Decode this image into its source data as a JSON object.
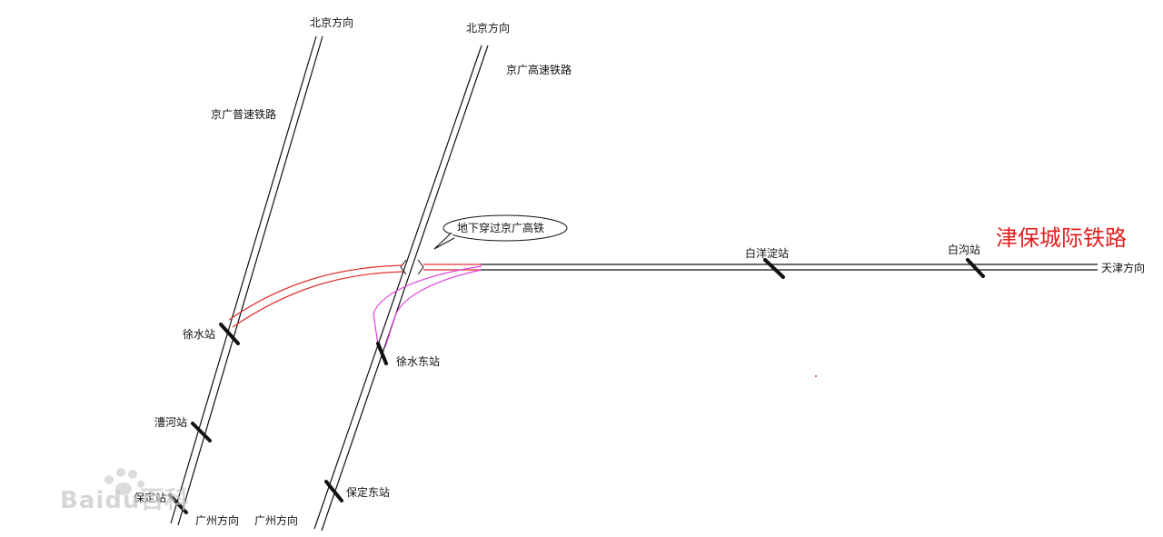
{
  "title": {
    "text": "津保城际铁路",
    "color": "#e02020"
  },
  "colors": {
    "track": "#111111",
    "new_line": "#e03030",
    "connector": "#e040e0",
    "station_mark": "#111111"
  },
  "lines": {
    "conventional": "京广普速铁路",
    "high_speed": "京广高速铁路"
  },
  "directions": {
    "beijing_1": "北京方向",
    "beijing_2": "北京方向",
    "tianjin": "天津方向",
    "guangzhou_1": "广州方向",
    "guangzhou_2": "广州方向"
  },
  "stations": {
    "xushui": "徐水站",
    "caohe": "漕河站",
    "baoding": "保定站",
    "xushui_east": "徐水东站",
    "baoding_east": "保定东站",
    "baiyangdian": "白洋淀站",
    "baigou": "白沟站"
  },
  "callout": {
    "text": "地下穿过京广高铁"
  },
  "watermark": {
    "text": "Baidu百科",
    "icon": "paw-icon"
  }
}
